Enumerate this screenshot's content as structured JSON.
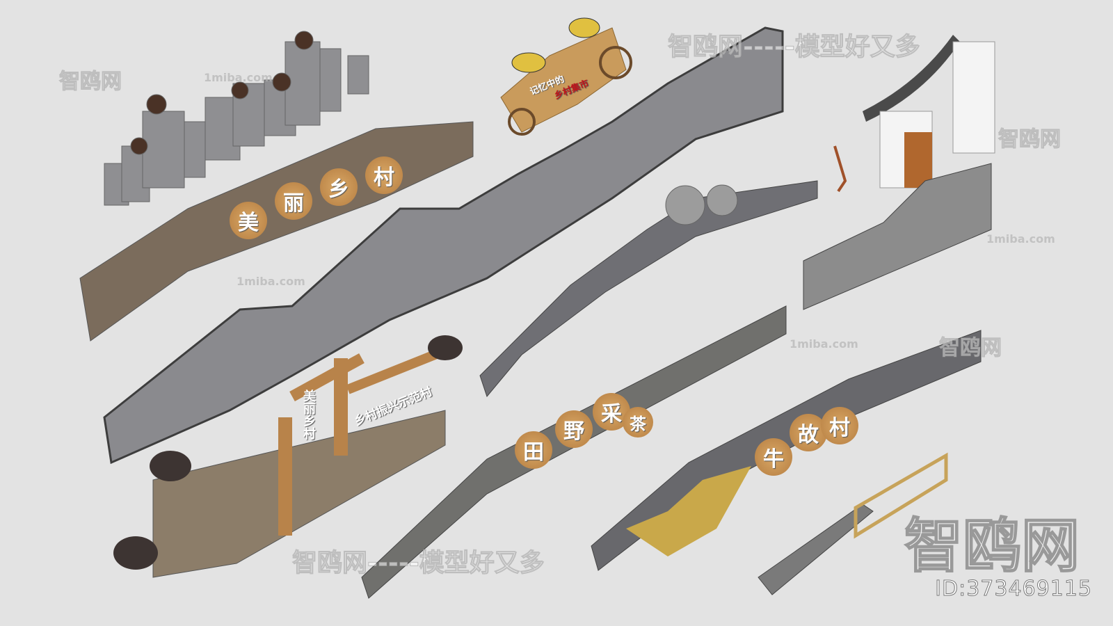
{
  "watermarks": {
    "brand": "智鸥网",
    "slogan_line": "智鸥网-----模型好又多",
    "slogan_top": "智鸥网-----模型好又多",
    "site": "1miba.com",
    "id_label": "ID:373469115"
  },
  "signs": {
    "beautiful_village": [
      "美",
      "丽",
      "乡",
      "村"
    ],
    "bee_cart_line1": "记忆中的",
    "bee_cart_line2": "乡村集市",
    "gate_vertical": "美丽乡村",
    "gate_banner": "乡村振兴示范村",
    "tea_wall": [
      "田",
      "野",
      "采",
      "茶"
    ],
    "ox_wall": [
      "牛",
      "故",
      "村"
    ]
  },
  "colors": {
    "background": "#e3e3e3",
    "wall_stone": "#7d7d7d",
    "roof_tile": "#4a4a4a",
    "wood": "#b8834a",
    "bee_text_red": "#c0141a"
  }
}
